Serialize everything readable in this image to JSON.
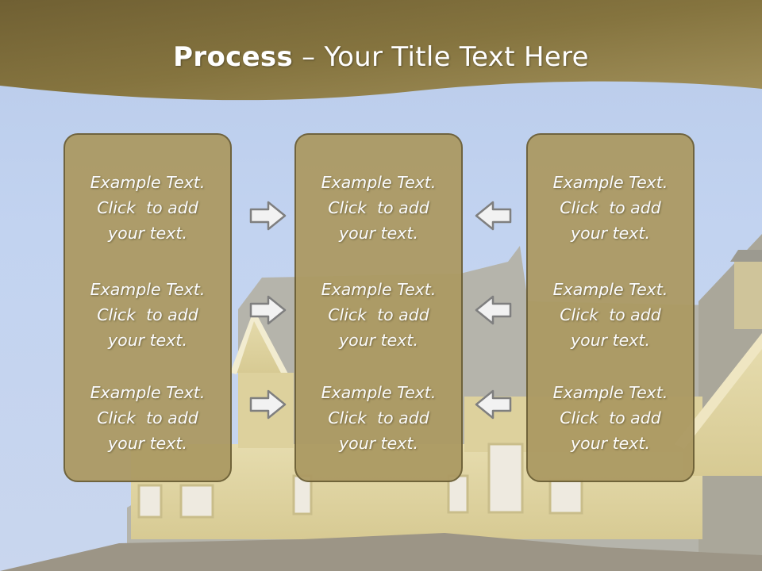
{
  "slide": {
    "title_bold": "Process",
    "title_rest": " – Your Title Text Here",
    "colors": {
      "band": "#7c6c3c",
      "panel": "#ac9a63",
      "panel_border": "#6b5e35",
      "sky": "#c2d3f0"
    }
  },
  "columns": [
    {
      "items": [
        {
          "line1": "Example Text.",
          "line2": "Click  to add",
          "line3": "your text."
        },
        {
          "line1": "Example Text.",
          "line2": "Click  to add",
          "line3": "your text."
        },
        {
          "line1": "Example Text.",
          "line2": "Click  to add",
          "line3": "your text."
        }
      ]
    },
    {
      "items": [
        {
          "line1": "Example Text.",
          "line2": "Click  to add",
          "line3": "your text."
        },
        {
          "line1": "Example Text.",
          "line2": "Click  to add",
          "line3": "your text."
        },
        {
          "line1": "Example Text.",
          "line2": "Click  to add",
          "line3": "your text."
        }
      ]
    },
    {
      "items": [
        {
          "line1": "Example Text.",
          "line2": "Click  to add",
          "line3": "your text."
        },
        {
          "line1": "Example Text.",
          "line2": "Click  to add",
          "line3": "your text."
        },
        {
          "line1": "Example Text.",
          "line2": "Click  to add",
          "line3": "your text."
        }
      ]
    }
  ],
  "arrows": {
    "left_group": [
      "right-arrow-icon",
      "right-arrow-icon",
      "right-arrow-icon"
    ],
    "right_group": [
      "left-arrow-icon",
      "left-arrow-icon",
      "left-arrow-icon"
    ]
  }
}
